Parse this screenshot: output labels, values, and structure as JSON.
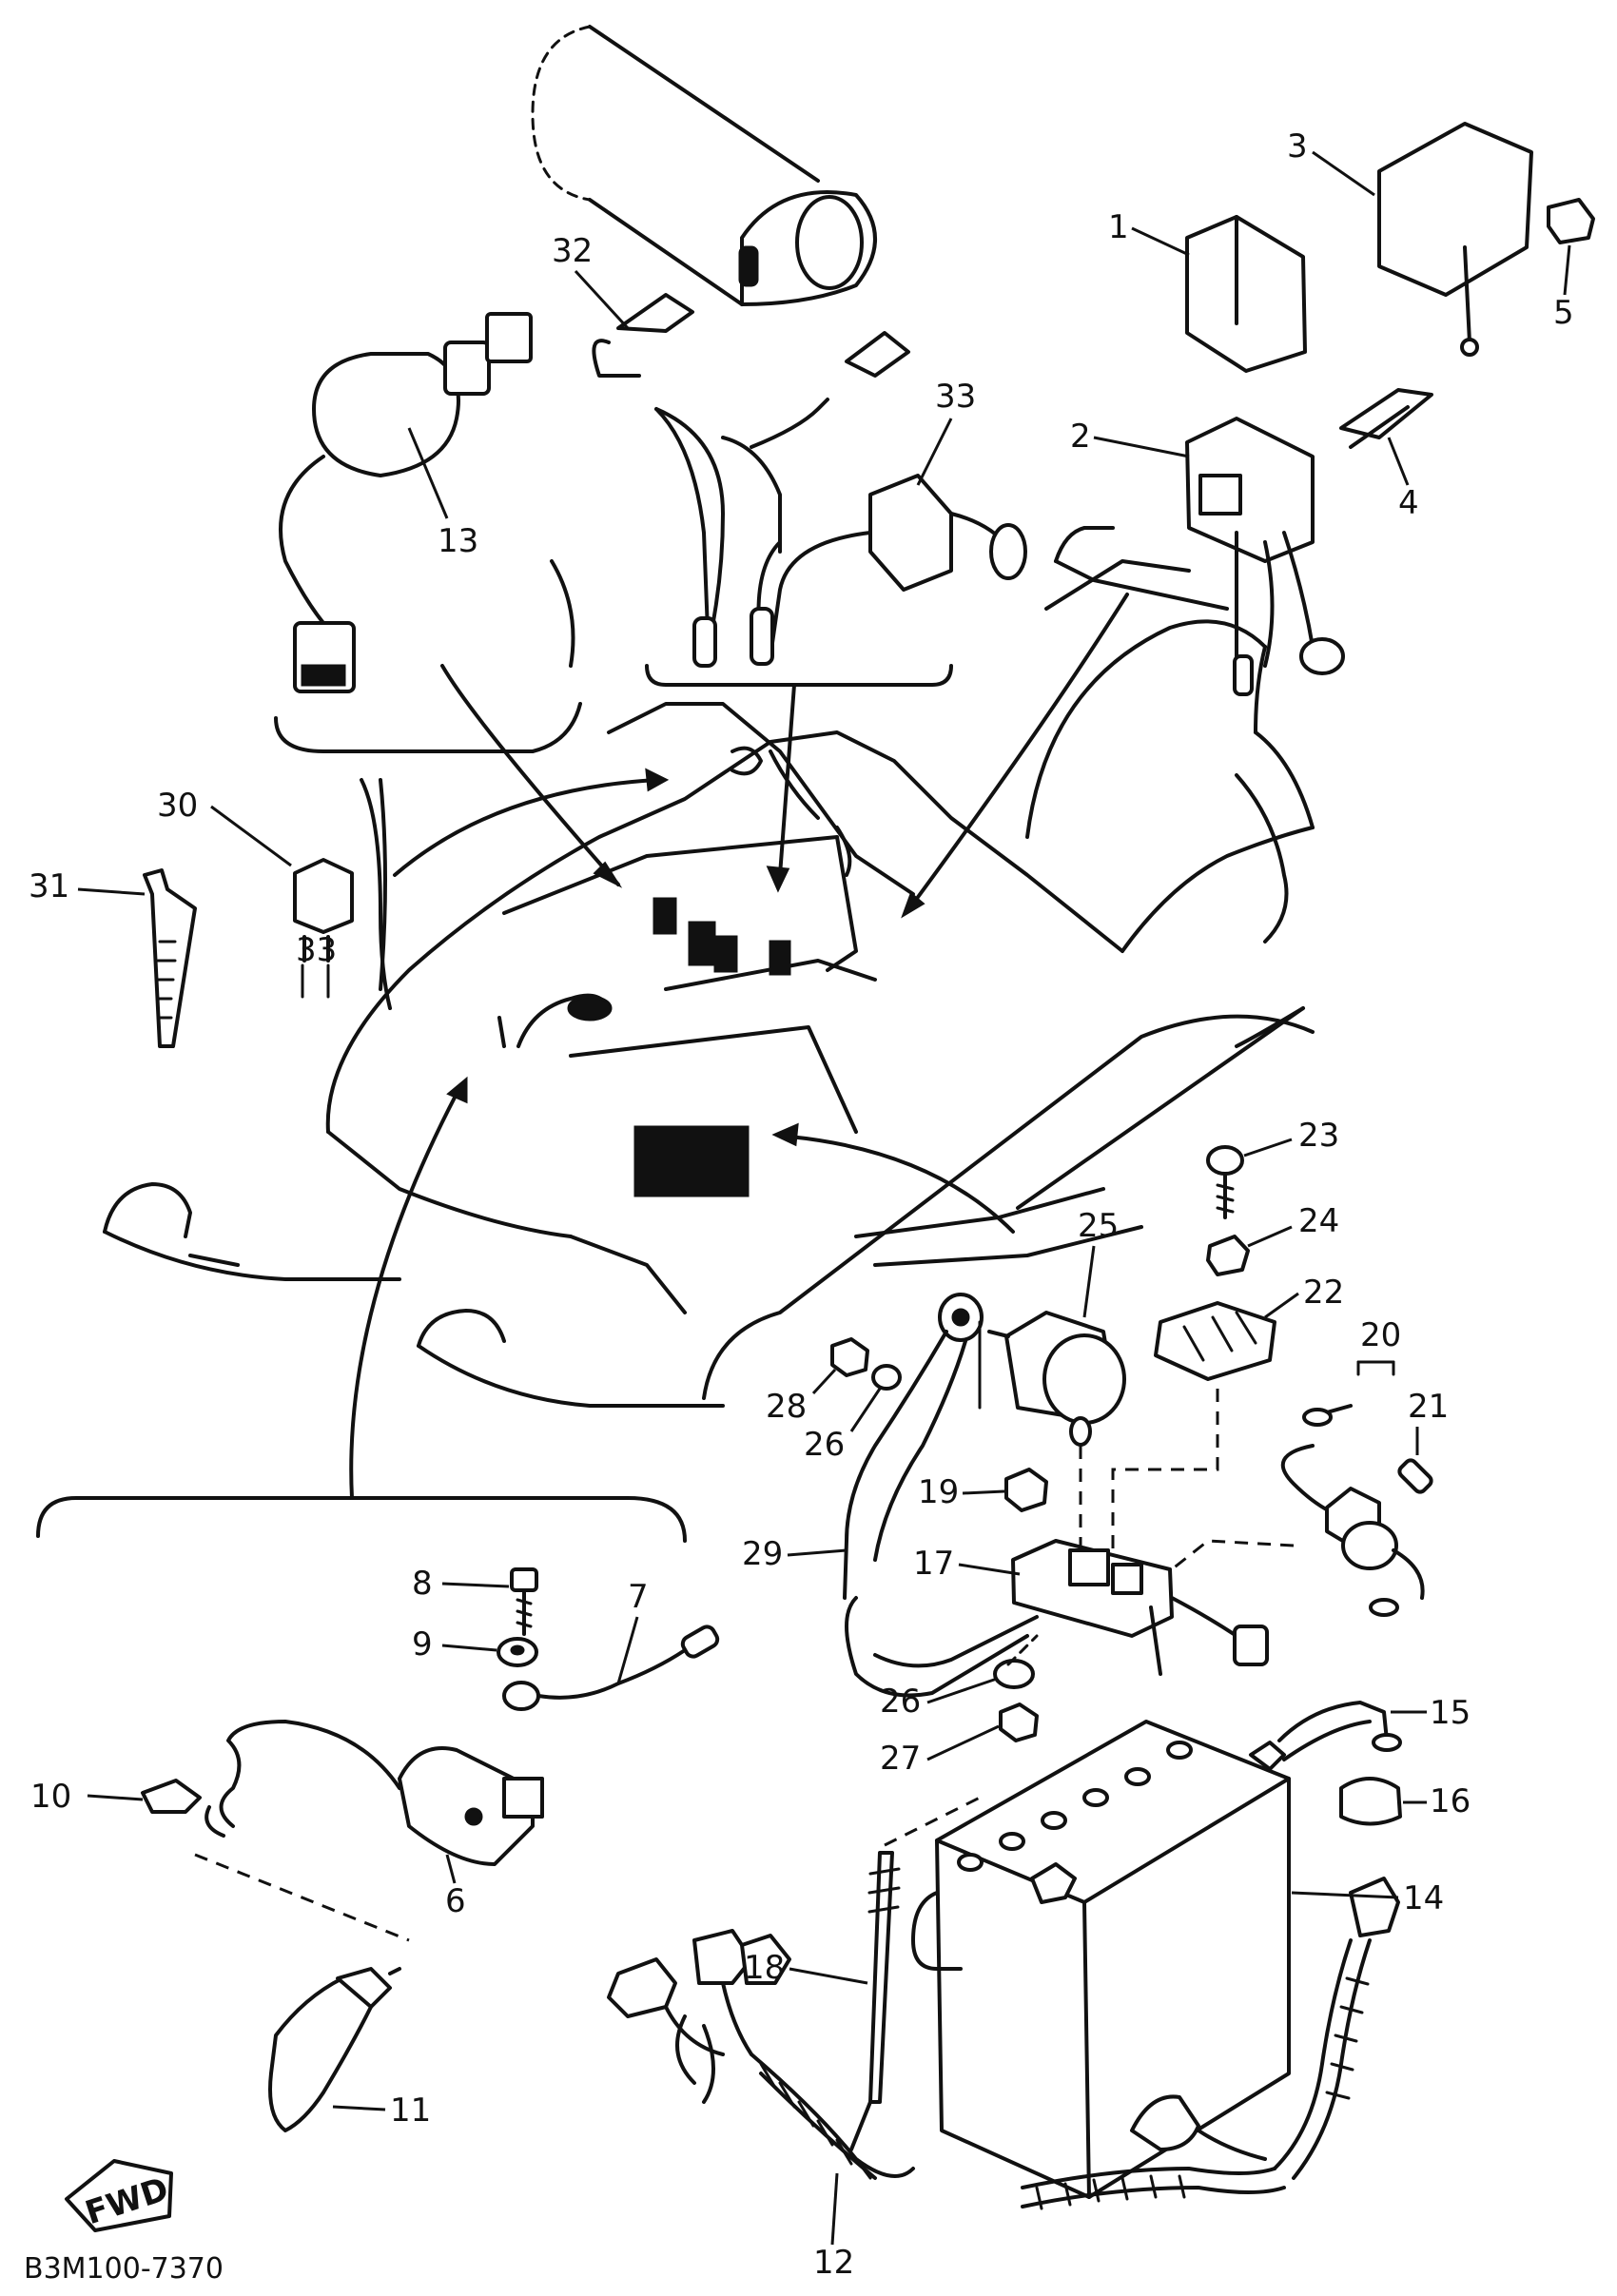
{
  "diagram": {
    "drawing_code": "B3M100-7370",
    "direction_badge": "FWD",
    "part_callouts": [
      {
        "key": "p1",
        "label": "1"
      },
      {
        "key": "p2",
        "label": "2"
      },
      {
        "key": "p3",
        "label": "3"
      },
      {
        "key": "p4",
        "label": "4"
      },
      {
        "key": "p5",
        "label": "5"
      },
      {
        "key": "p6",
        "label": "6"
      },
      {
        "key": "p7",
        "label": "7"
      },
      {
        "key": "p8",
        "label": "8"
      },
      {
        "key": "p9",
        "label": "9"
      },
      {
        "key": "p10",
        "label": "10"
      },
      {
        "key": "p11",
        "label": "11"
      },
      {
        "key": "p12",
        "label": "12"
      },
      {
        "key": "p13",
        "label": "13"
      },
      {
        "key": "p14",
        "label": "14"
      },
      {
        "key": "p15",
        "label": "15"
      },
      {
        "key": "p16",
        "label": "16"
      },
      {
        "key": "p17",
        "label": "17"
      },
      {
        "key": "p18",
        "label": "18"
      },
      {
        "key": "p19",
        "label": "19"
      },
      {
        "key": "p20",
        "label": "20"
      },
      {
        "key": "p21",
        "label": "21"
      },
      {
        "key": "p22",
        "label": "22"
      },
      {
        "key": "p23",
        "label": "23"
      },
      {
        "key": "p24",
        "label": "24"
      },
      {
        "key": "p25",
        "label": "25"
      },
      {
        "key": "p26a",
        "label": "26"
      },
      {
        "key": "p26b",
        "label": "26"
      },
      {
        "key": "p27",
        "label": "27"
      },
      {
        "key": "p28",
        "label": "28"
      },
      {
        "key": "p29",
        "label": "29"
      },
      {
        "key": "p30",
        "label": "30"
      },
      {
        "key": "p31",
        "label": "31"
      },
      {
        "key": "p32",
        "label": "32"
      },
      {
        "key": "p33a",
        "label": "33"
      },
      {
        "key": "p33b",
        "label": "33"
      }
    ]
  }
}
